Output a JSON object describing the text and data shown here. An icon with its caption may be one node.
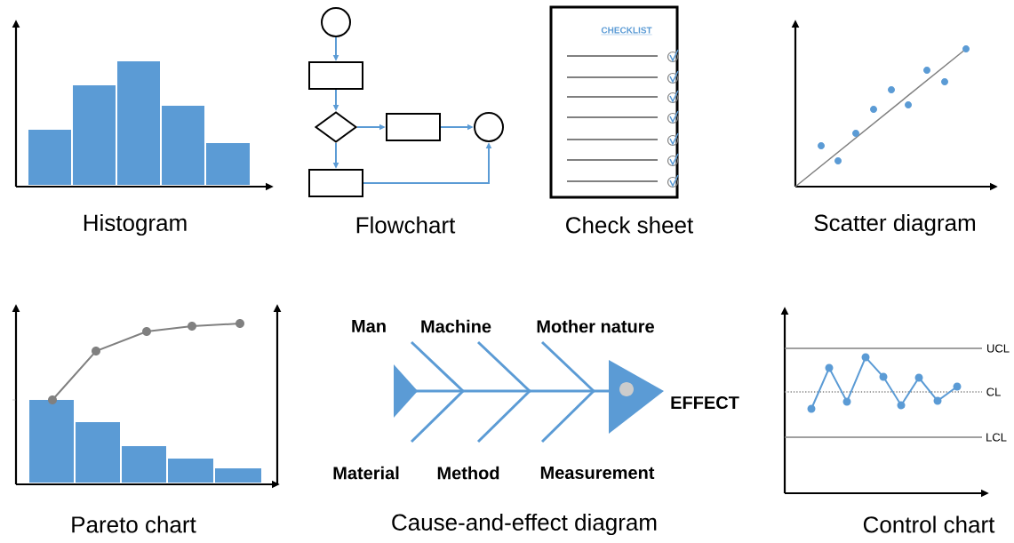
{
  "diagram": {
    "nodes": [
      {
        "text": [],
        "shape": "circle"
      },
      {
        "text": [],
        "shape": "box"
      },
      {
        "text": [],
        "shape": "diamond"
      },
      {
        "text": [],
        "shape": "box"
      },
      {
        "text": [],
        "shape": "circle"
      },
      {
        "text": [],
        "shape": "box"
      }
    ],
    "edges": [
      {
        "from": 0,
        "to": 1,
        "arrow": "to"
      },
      {
        "from": 1,
        "to": 2,
        "arrow": "to"
      },
      {
        "from": 2,
        "to": 3,
        "arrow": "to"
      },
      {
        "from": 3,
        "to": 4,
        "arrow": "to"
      },
      {
        "from": 2,
        "to": 5,
        "arrow": "to"
      },
      {
        "from": 5,
        "to": 4,
        "arrow": "to"
      }
    ],
    "labels": [
      "CHECKLIST",
      "Histogram",
      "Flowchart",
      "Check sheet",
      "Scatter diagram",
      "Man",
      "Machine",
      "Mother nature",
      "UCL",
      "CL",
      "EFFECT",
      "LCL",
      "Material",
      "Method",
      "Measurement",
      "Pareto chart",
      "Cause-and-effect diagram",
      "Control chart"
    ]
  }
}
